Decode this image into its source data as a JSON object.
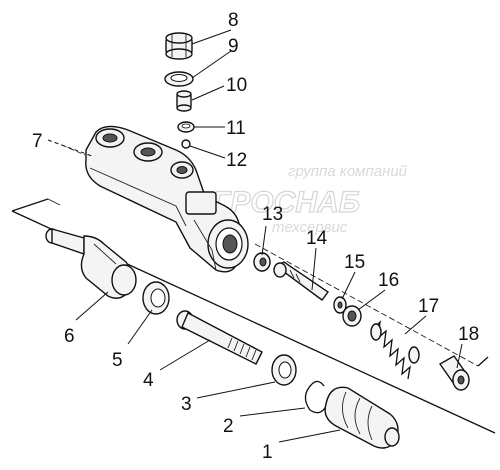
{
  "diagram": {
    "callouts": [
      {
        "id": "label-1",
        "text": "1"
      },
      {
        "id": "label-2",
        "text": "2"
      },
      {
        "id": "label-3",
        "text": "3"
      },
      {
        "id": "label-4",
        "text": "4"
      },
      {
        "id": "label-5",
        "text": "5"
      },
      {
        "id": "label-6",
        "text": "6"
      },
      {
        "id": "label-7",
        "text": "7"
      },
      {
        "id": "label-8",
        "text": "8"
      },
      {
        "id": "label-9",
        "text": "9"
      },
      {
        "id": "label-10",
        "text": "10"
      },
      {
        "id": "label-11",
        "text": "11"
      },
      {
        "id": "label-12",
        "text": "12"
      },
      {
        "id": "label-13",
        "text": "13"
      },
      {
        "id": "label-14",
        "text": "14"
      },
      {
        "id": "label-15",
        "text": "15"
      },
      {
        "id": "label-16",
        "text": "16"
      },
      {
        "id": "label-17",
        "text": "17"
      },
      {
        "id": "label-18",
        "text": "18"
      }
    ],
    "watermark": {
      "line1": "группа компаний",
      "line2": "ГРОСНАБ",
      "line3": "техсервис"
    }
  }
}
